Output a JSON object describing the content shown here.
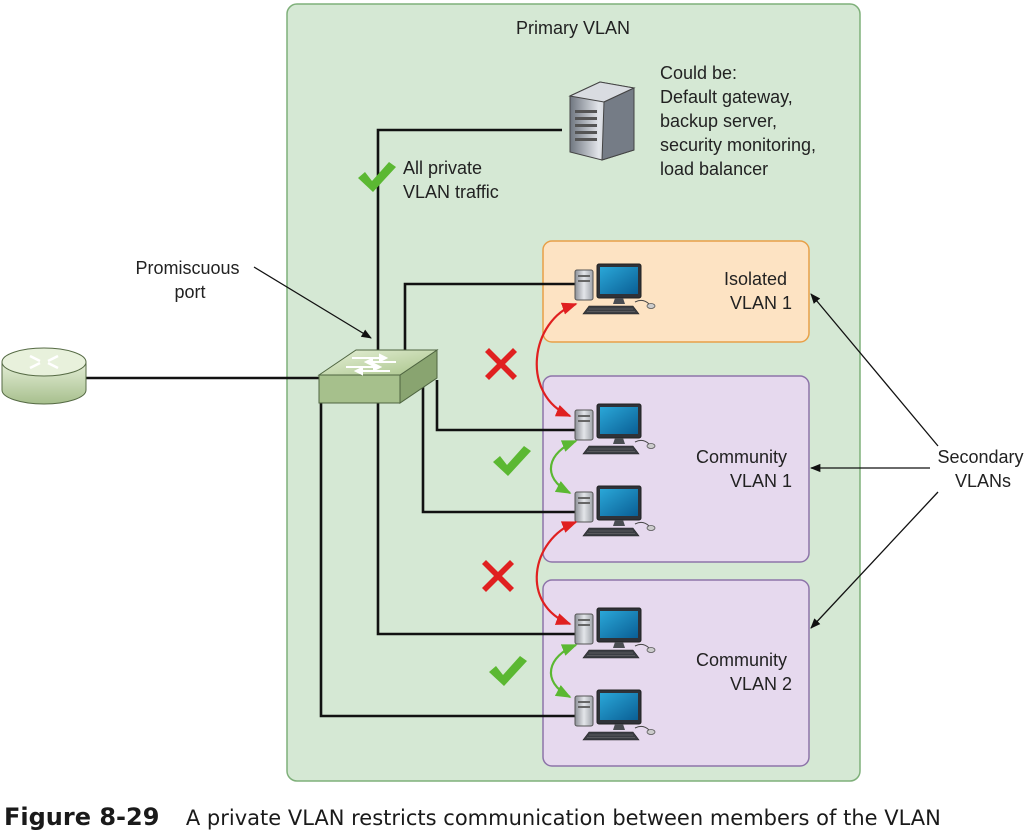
{
  "diagram": {
    "primary_vlan_label": "Primary VLAN",
    "could_be": [
      "Could be:",
      "Default gateway,",
      "backup server,",
      "security monitoring,",
      "load balancer"
    ],
    "all_private": [
      "All private",
      "VLAN traffic"
    ],
    "promiscuous": [
      "Promiscuous",
      "port"
    ],
    "isolated": [
      "Isolated",
      "VLAN 1"
    ],
    "community1": [
      "Community",
      "VLAN 1"
    ],
    "community2": [
      "Community",
      "VLAN 2"
    ],
    "secondary": [
      "Secondary",
      "VLANs"
    ]
  },
  "caption": {
    "figure": "Figure 8-29",
    "text": "A private VLAN restricts communication between members of the VLAN"
  },
  "colors": {
    "primary_fill": "#d5e8d4",
    "isolated_fill": "#fde3c3",
    "community_fill": "#e6d9ee",
    "allowed": "#5bb832",
    "blocked": "#e02020"
  }
}
